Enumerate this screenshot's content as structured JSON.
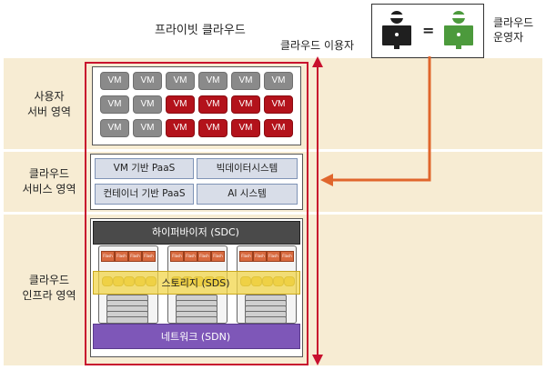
{
  "header": {
    "private_cloud_label": "프라이빗 클라우드",
    "cloud_user_label": "클라우드 이용자",
    "equals": "=",
    "operator_label_line1": "클라우드",
    "operator_label_line2": "운영자"
  },
  "rows": {
    "user_server": {
      "line1": "사용자",
      "line2": "서버 영역"
    },
    "cloud_service": {
      "line1": "클라우드",
      "line2": "서비스 영역"
    },
    "cloud_infra": {
      "line1": "클라우드",
      "line2": "인프라 영역"
    }
  },
  "vm_grid": {
    "label": "VM",
    "rows": [
      [
        "grey",
        "grey",
        "grey",
        "grey",
        "grey",
        "grey"
      ],
      [
        "grey",
        "grey",
        "red",
        "red",
        "red",
        "red"
      ],
      [
        "grey",
        "grey",
        "red",
        "red",
        "red",
        "red"
      ]
    ]
  },
  "services": {
    "vm_paas": "VM 기반 PaaS",
    "bigdata": "빅데이터시스템",
    "container_paas": "컨테이너 기반 PaaS",
    "ai": "AI 시스템"
  },
  "infra": {
    "hypervisor": "하이퍼바이저 (SDC)",
    "storage": "스토리지 (SDS)",
    "network": "네트워크 (SDN)",
    "ssd_label": "Flash"
  },
  "colors": {
    "band": "#f7ecd3",
    "vm_grey": "#8a8a8a",
    "vm_red": "#b3121b",
    "frame_red": "#c8102e",
    "arrow_orange": "#e0662c",
    "service_fill": "#d8dde8",
    "network_purple": "#7e57b8",
    "storage_yellow": "#f1d54a",
    "user_icon_dark": "#1f1f1f",
    "operator_icon_green": "#4c9a3c"
  },
  "icons": {
    "user": "dark-user-monitor-icon",
    "operator": "green-operator-monitor-icon"
  }
}
